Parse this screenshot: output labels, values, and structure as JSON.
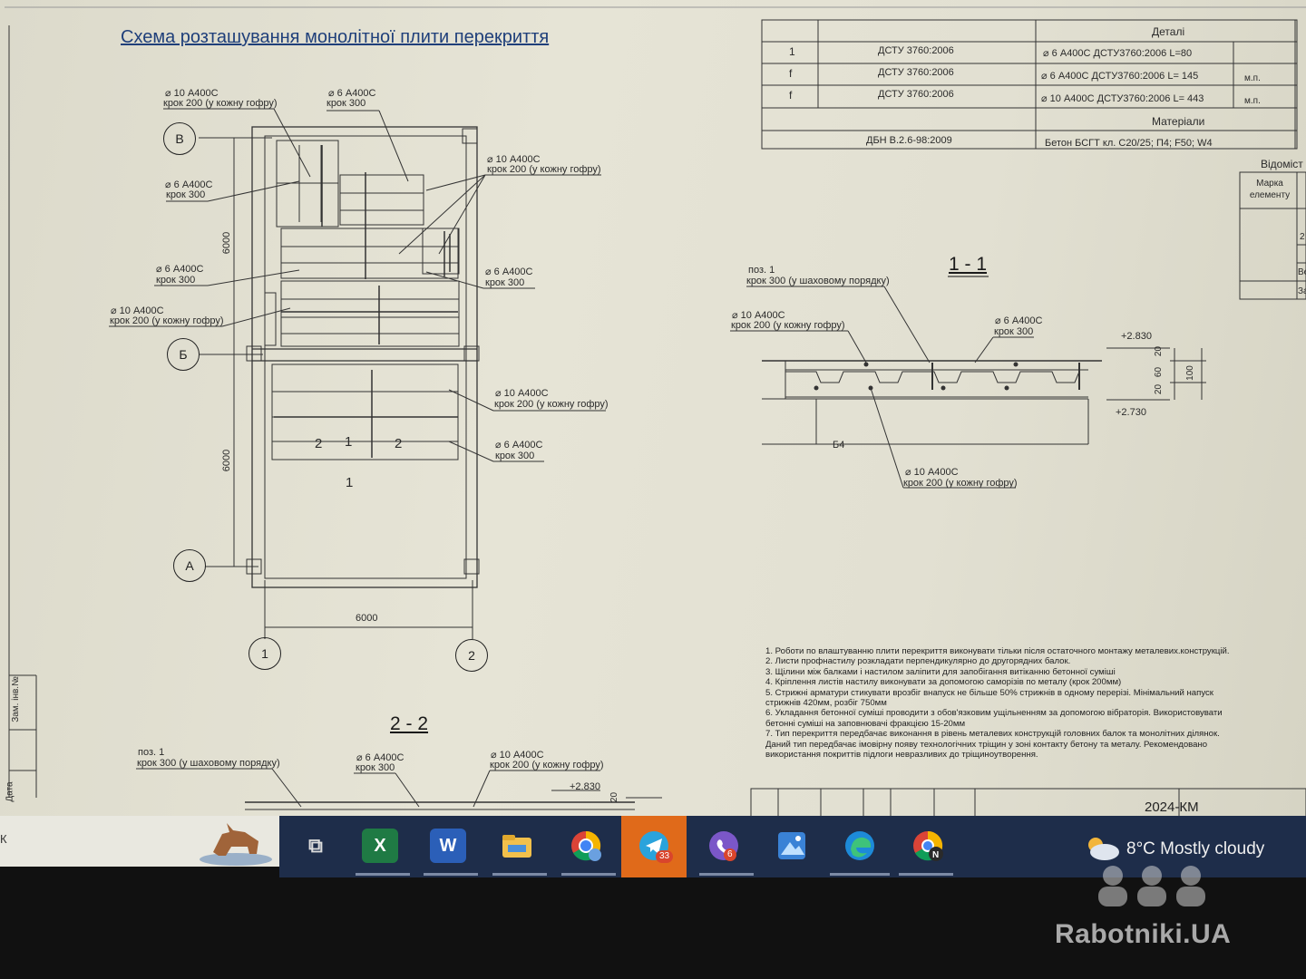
{
  "drawing": {
    "title": "Схема розташування монолітної плити перекриття",
    "axes": {
      "B": "В",
      "Б": "Б",
      "A": "А",
      "one": "1",
      "two": "2"
    },
    "dims": {
      "vert_top": "6000",
      "vert_bottom": "6000",
      "horiz": "6000"
    },
    "plan_labels": [
      "⌀ 10 А400С",
      "крок 200 (у кожну гофру)",
      "⌀ 6 А400С",
      "крок 300",
      "⌀ 10 А400С",
      "крок 200 (у кожну гофру)",
      "⌀ 6 А400С",
      "крок 300",
      "⌀ 6 А400С",
      "крок 300",
      "⌀ 6 А400С",
      "крок 300",
      "⌀ 10 А400С",
      "крок 200 (у кожну гофру)",
      "⌀ 10 А400С",
      "крок 200 (у кожну гофру)",
      "⌀ 6 А400С",
      "крок 300"
    ],
    "section_marks": [
      "2",
      "1",
      "2",
      "1"
    ],
    "section_1_1": {
      "title": "1 - 1",
      "labels": [
        "поз. 1",
        "крок 300 (у шаховому порядку)",
        "⌀ 10 А400С",
        "крок 200 (у кожну гофру)",
        "⌀ 6 А400С",
        "крок 300",
        "⌀ 10 А400С",
        "крок 200 (у кожну гофру)",
        "Б4"
      ],
      "levels": [
        "+2.830",
        "+2.730"
      ],
      "dims": [
        "20",
        "60",
        "20",
        "100"
      ]
    },
    "section_2_2": {
      "title": "2 - 2",
      "labels": [
        "поз. 1",
        "крок 300 (у шаховому порядку)",
        "⌀ 6 А400С",
        "крок 300",
        "⌀ 10 А400С",
        "крок 200 (у кожну гофру)",
        "+2.830",
        "20"
      ]
    },
    "spec_table": {
      "header_details": "Деталі",
      "header_materials": "Матеріали",
      "rows": [
        {
          "pos": "1",
          "doc": "ДСТУ 3760:2006",
          "desc": "⌀ 6  А400С ДСТУ3760:2006  L=80",
          "unit": ""
        },
        {
          "pos": "f",
          "doc": "ДСТУ 3760:2006",
          "desc": "⌀  6   А400С ДСТУ3760:2006  L= 145",
          "unit": "м.п."
        },
        {
          "pos": "f",
          "doc": "ДСТУ 3760:2006",
          "desc": "⌀  10  А400С ДСТУ3760:2006  L= 443",
          "unit": "м.п."
        }
      ],
      "material_doc": "ДБН В.2.6-98:2009",
      "material_desc": "Бетон БСГТ кл. С20/25; П4; F50; W4"
    },
    "side_table": {
      "title": "Відоміст",
      "col": "Марка елементу",
      "cells": [
        "2",
        "Ве",
        "За"
      ]
    },
    "notes": [
      "1. Роботи по влаштуванню плити перекриття виконувати тільки після остаточного монтажу металевих.конструкцій.",
      "2. Листи профнастилу розкладати перпендикулярно до другорядних балок.",
      "3. Щілини між балками і настилом заліпити для запобігання витіканню бетонної суміші",
      "4. Кріплення листів настилу виконувати за допомогою саморізів по металу (крок 200мм)",
      "5. Стрижні арматури стикувати врозбіг внапуск не більше 50% стрижнів в одному перерізі. Мінімальний напуск",
      "стрижнів 420мм, розбіг 750мм",
      "6. Укладання бетонної суміші проводити з обов'язковим ущільненням за допомогою вібраторія. Використовувати",
      "бетонні суміші на заповнювачі фракцією 15-20мм",
      "7. Тип перекриття передбачає виконання в рівень металевих конструкцій головних балок та монолітних ділянок.",
      "Даний тип передбачає імовірну появу технологічних тріщин у зоні контакту бетону та металу. Рекомендовано",
      "використання покриттів підлоги невразливих до тріщиноутворення."
    ],
    "stamp_code": "2024-КМ",
    "margin_labels": [
      "Зам. інв.№",
      "Дата",
      "К"
    ]
  },
  "taskbar": {
    "apps": [
      {
        "name": "task-view",
        "label": ""
      },
      {
        "name": "excel",
        "label": "X"
      },
      {
        "name": "word",
        "label": "W"
      },
      {
        "name": "file-explorer",
        "label": ""
      },
      {
        "name": "chrome-profile",
        "label": ""
      },
      {
        "name": "telegram",
        "label": "",
        "badge": "33"
      },
      {
        "name": "viber",
        "label": "",
        "badge": "6"
      },
      {
        "name": "photos",
        "label": ""
      },
      {
        "name": "edge",
        "label": ""
      },
      {
        "name": "chrome-n",
        "label": "N"
      }
    ],
    "weather": "8°C  Mostly cloudy"
  },
  "watermark": "Rabotniki.UA",
  "colors": {
    "paper": "#e4e2d4",
    "taskbar": "#1e2d4a",
    "active": "#e06a1a",
    "title": "#1f3f7a"
  }
}
